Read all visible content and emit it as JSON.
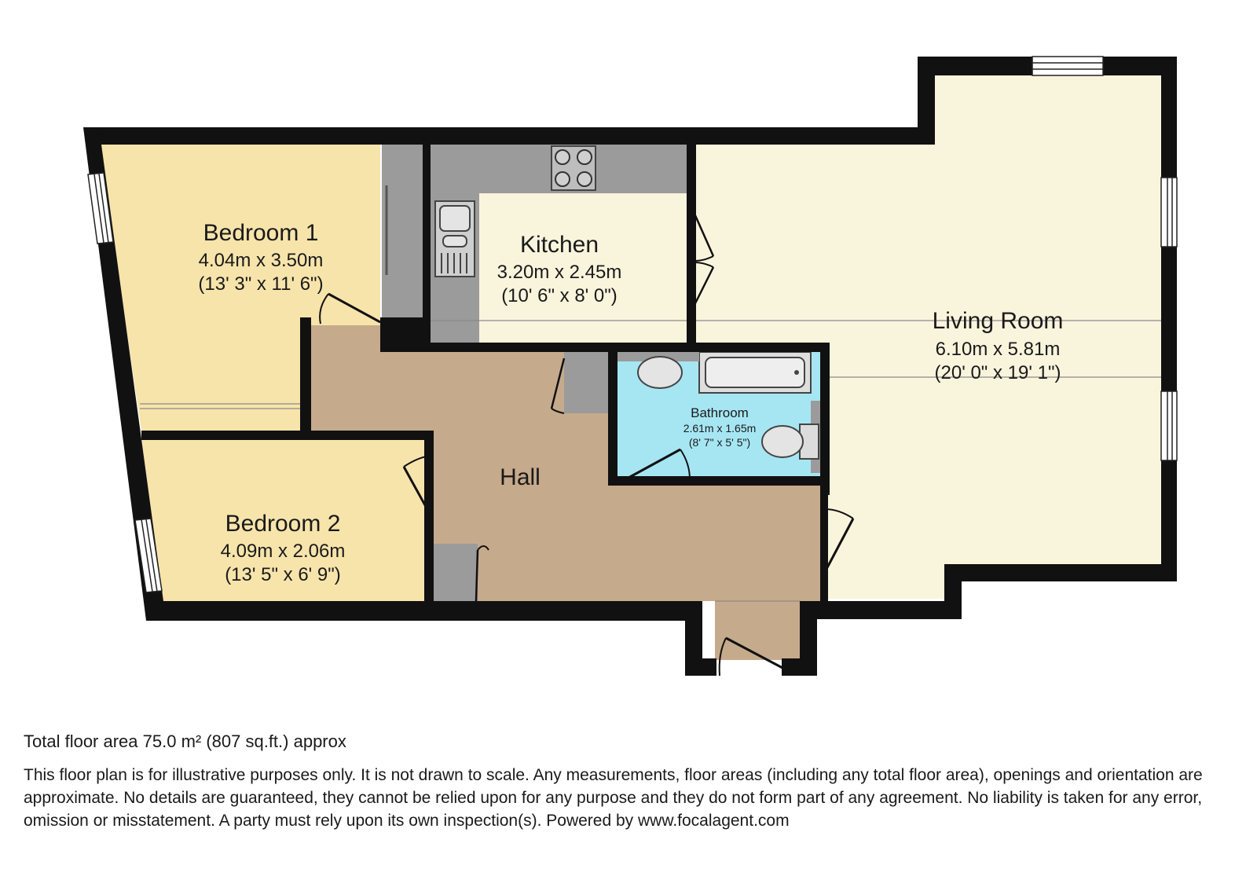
{
  "colors": {
    "wall": "#111111",
    "bedroom": "#f7e4ab",
    "living": "#f9f4dc",
    "kitchen": "#f9f4dc",
    "hall": "#c6aa8c",
    "bathroom": "#a6e6f3",
    "unit": "#9b9b9b"
  },
  "rooms": {
    "bedroom1": {
      "name": "Bedroom 1",
      "dim_m": "4.04m x 3.50m",
      "dim_ft": "(13' 3\" x 11' 6\")"
    },
    "kitchen": {
      "name": "Kitchen",
      "dim_m": "3.20m x 2.45m",
      "dim_ft": "(10' 6\" x 8' 0\")"
    },
    "living": {
      "name": "Living Room",
      "dim_m": "6.10m x 5.81m",
      "dim_ft": "(20' 0\" x 19' 1\")"
    },
    "bathroom": {
      "name": "Bathroom",
      "dim_m": "2.61m x 1.65m",
      "dim_ft": "(8' 7\" x 5' 5\")"
    },
    "hall": {
      "name": "Hall"
    },
    "bedroom2": {
      "name": "Bedroom 2",
      "dim_m": "4.09m x 2.06m",
      "dim_ft": "(13' 5\" x 6' 9\")"
    }
  },
  "footer": {
    "total_area": "Total floor area 75.0 m² (807 sq.ft.) approx",
    "disclaimer": "This floor plan is for illustrative purposes only. It is not drawn to scale. Any measurements, floor areas (including any total floor area), openings and orientation are approximate. No details are guaranteed, they cannot be relied upon for any purpose and they do not form part of any agreement. No liability is taken for any error, omission or misstatement. A party must rely upon its own inspection(s). Powered by www.focalagent.com"
  }
}
